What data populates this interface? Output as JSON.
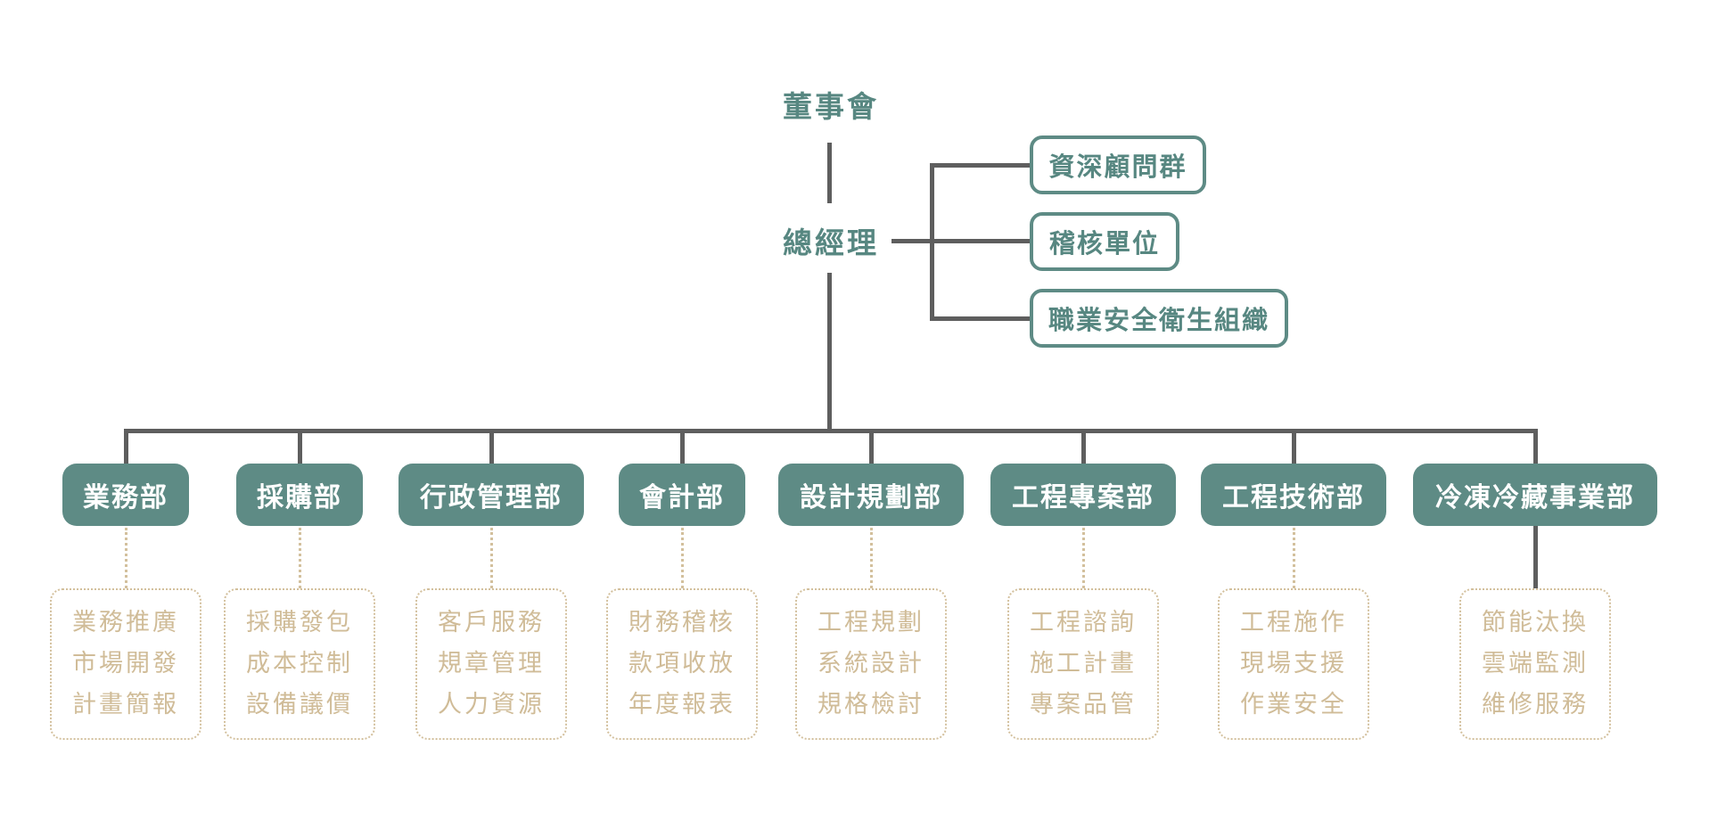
{
  "palette": {
    "teal": "#5e8b85",
    "teal_text": "#578781",
    "line_gray": "#5e5e5e",
    "tan": "#d3c09d",
    "white": "#ffffff"
  },
  "top": {
    "board": "董事會",
    "general_manager": "總經理"
  },
  "staff_units": [
    {
      "label": "資深顧問群"
    },
    {
      "label": "稽核單位"
    },
    {
      "label": "職業安全衛生組織"
    }
  ],
  "departments": [
    {
      "name": "業務部",
      "items": [
        "業務推廣",
        "市場開發",
        "計畫簡報"
      ]
    },
    {
      "name": "採購部",
      "items": [
        "採購發包",
        "成本控制",
        "設備議價"
      ]
    },
    {
      "name": "行政管理部",
      "items": [
        "客戶服務",
        "規章管理",
        "人力資源"
      ]
    },
    {
      "name": "會計部",
      "items": [
        "財務稽核",
        "款項收放",
        "年度報表"
      ]
    },
    {
      "name": "設計規劃部",
      "items": [
        "工程規劃",
        "系統設計",
        "規格檢討"
      ]
    },
    {
      "name": "工程專案部",
      "items": [
        "工程諮詢",
        "施工計畫",
        "專案品管"
      ]
    },
    {
      "name": "工程技術部",
      "items": [
        "工程施作",
        "現場支援",
        "作業安全"
      ]
    },
    {
      "name": "冷凍冷藏事業部",
      "items": [
        "節能汰換",
        "雲端監測",
        "維修服務"
      ]
    }
  ]
}
